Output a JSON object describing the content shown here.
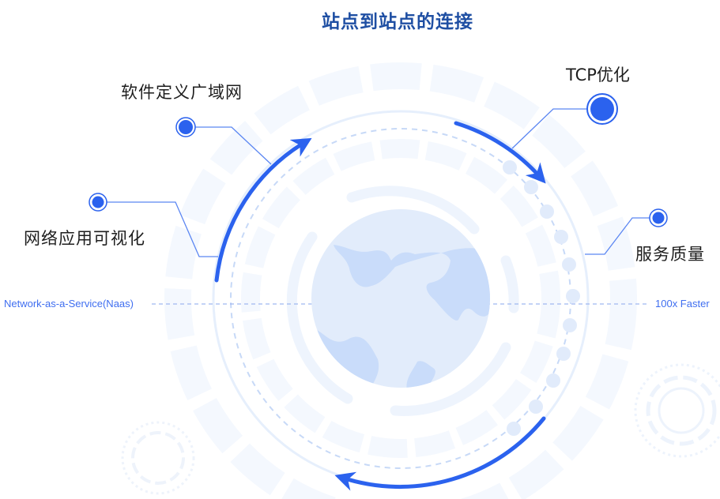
{
  "title": "站点到站点的连接",
  "nodes": [
    {
      "label": "软件定义广域网"
    },
    {
      "label": "网络应用可视化"
    },
    {
      "label": "TCP优化"
    },
    {
      "label": "服务质量"
    }
  ],
  "axis": {
    "left_label": "Network-as-a-Service(Naas)",
    "right_label": "100x Faster"
  },
  "colors": {
    "accent": "#2b62ee",
    "ring": "#eef4fd",
    "globe": "#e2ecfb",
    "land": "#c9dcfa",
    "title": "#1f4fa3"
  }
}
